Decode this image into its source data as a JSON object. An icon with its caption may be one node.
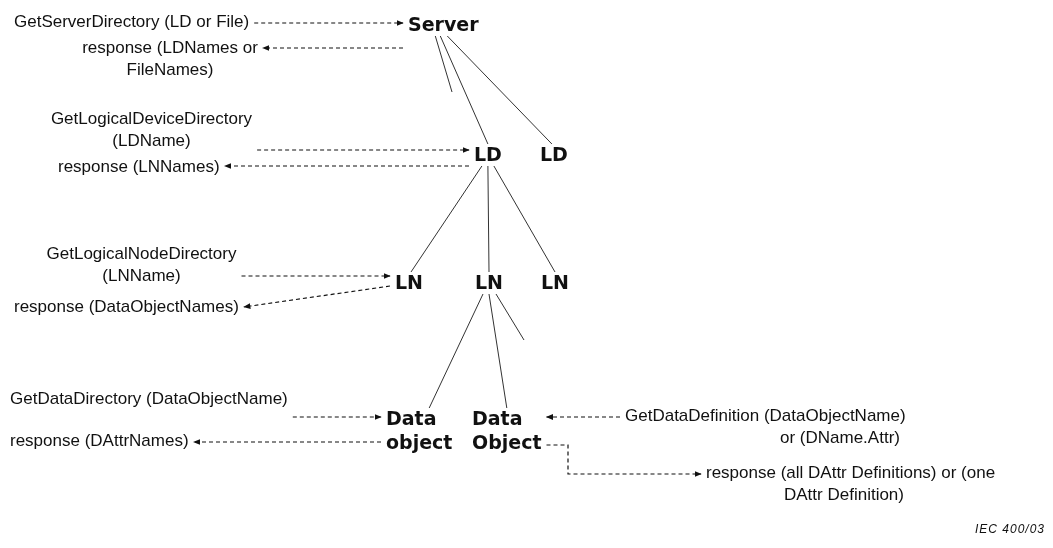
{
  "diagram": {
    "nodes": [
      {
        "text": [
          "GetServerDirectory (LD or File)"
        ]
      },
      {
        "text": [
          "Server"
        ]
      },
      {
        "text": [
          "response (LDNames or FileNames)"
        ]
      },
      {
        "text": [
          "GetLogicalDeviceDirectory (LDName)"
        ]
      },
      {
        "text": [
          "response (LNNames)"
        ]
      },
      {
        "text": [
          "LD"
        ]
      },
      {
        "text": [
          "LD"
        ]
      },
      {
        "text": [
          "GetLogicalNodeDirectory (LNName)"
        ]
      },
      {
        "text": [
          "LN"
        ]
      },
      {
        "text": [
          "LN"
        ]
      },
      {
        "text": [
          "LN"
        ]
      },
      {
        "text": [
          "response (DataObjectNames)"
        ]
      },
      {
        "text": [
          "GetDataDirectory (DataObjectName)"
        ]
      },
      {
        "text": [
          "Data object"
        ]
      },
      {
        "text": [
          "Data Object"
        ]
      },
      {
        "text": [
          "GetDataDefinition (DataObjectName) or (DName.Attr)"
        ]
      },
      {
        "text": [
          "response (DAttrNames)"
        ]
      },
      {
        "text": [
          "response (all DAttr Definitions) or (one DAttr Definition)"
        ]
      }
    ],
    "edges": [
      {
        "from": 0,
        "to": 1,
        "arrow": "to",
        "style": "dashed"
      },
      {
        "from": 1,
        "to": 2,
        "arrow": "to",
        "style": "dashed"
      },
      {
        "from": 1,
        "to": null,
        "arrow": "none"
      },
      {
        "from": 1,
        "to": 5,
        "arrow": "none"
      },
      {
        "from": 1,
        "to": 6,
        "arrow": "none"
      },
      {
        "from": 3,
        "to": 5,
        "arrow": "to",
        "style": "dashed"
      },
      {
        "from": 5,
        "to": 4,
        "arrow": "to",
        "style": "dashed"
      },
      {
        "from": 5,
        "to": 8,
        "arrow": "none"
      },
      {
        "from": 5,
        "to": 9,
        "arrow": "none"
      },
      {
        "from": 5,
        "to": 10,
        "arrow": "none"
      },
      {
        "from": 7,
        "to": 8,
        "arrow": "to",
        "style": "dashed"
      },
      {
        "from": 8,
        "to": 11,
        "arrow": "to",
        "style": "dashed"
      },
      {
        "from": 9,
        "to": 13,
        "arrow": "none"
      },
      {
        "from": 9,
        "to": 14,
        "arrow": "none"
      },
      {
        "from": 9,
        "to": null,
        "arrow": "none"
      },
      {
        "from": 12,
        "to": 13,
        "arrow": "to",
        "style": "dashed"
      },
      {
        "from": 13,
        "to": 16,
        "arrow": "to",
        "style": "dashed"
      },
      {
        "from": 15,
        "to": 14,
        "arrow": "to",
        "style": "dashed"
      },
      {
        "from": 14,
        "to": 17,
        "arrow": "to",
        "style": "dashed"
      }
    ],
    "labels": [
      "IEC 400/03"
    ]
  }
}
